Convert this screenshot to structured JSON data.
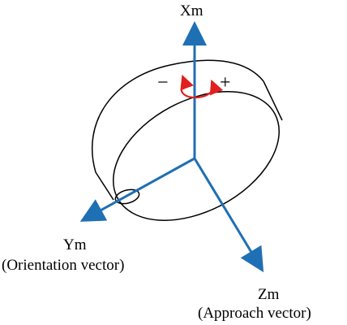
{
  "axes": {
    "x": {
      "label": "Xm",
      "description": ""
    },
    "y": {
      "label": "Ym",
      "description": "(Orientation vector)"
    },
    "z": {
      "label": "Zm",
      "description": "(Approach vector)"
    }
  },
  "rotation": {
    "minus_sign": "−",
    "plus_sign": "+"
  },
  "colors": {
    "axis": "#1f6fb5",
    "rotation_arrow": "#e02020",
    "outline": "#000000"
  }
}
